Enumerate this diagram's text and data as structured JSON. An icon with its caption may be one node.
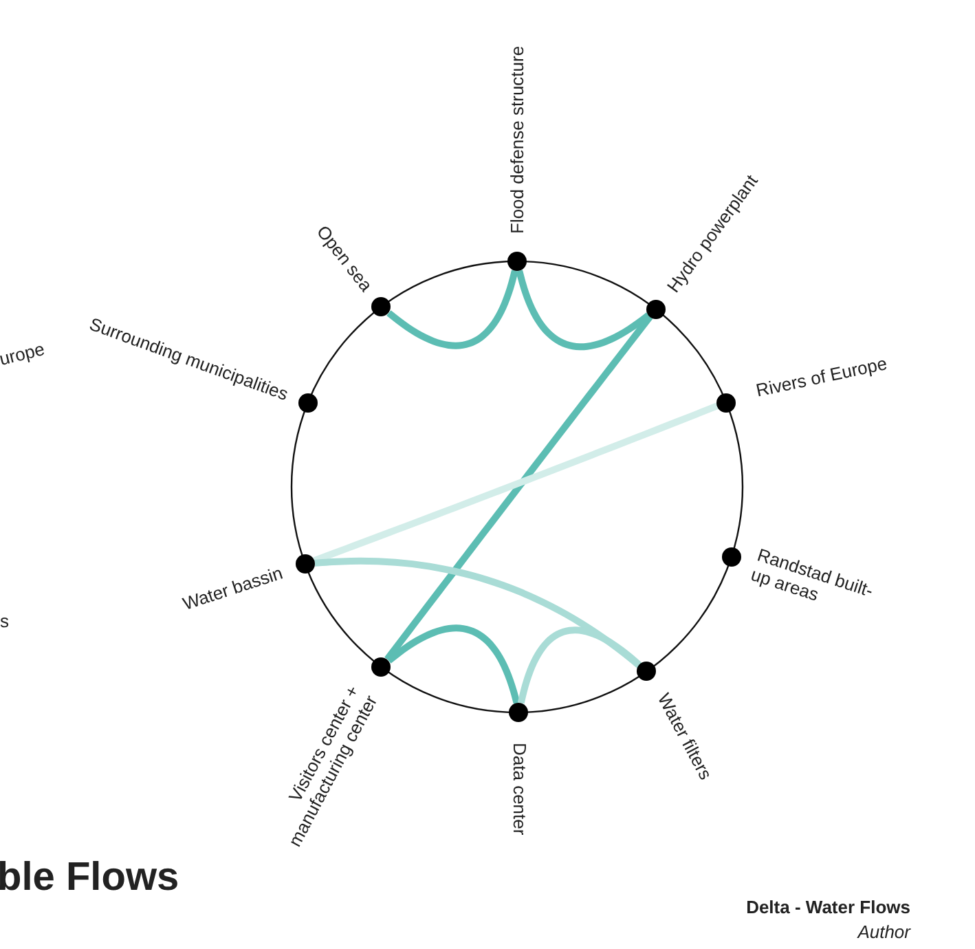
{
  "diagram": {
    "nodes": [
      {
        "text": [
          "Flood defense structure"
        ]
      },
      {
        "text": [
          "Hydro powerplant"
        ]
      },
      {
        "text": [
          "Rivers of Europe"
        ]
      },
      {
        "text": [
          "Randstad built-up areas"
        ]
      },
      {
        "text": [
          "Water filters"
        ]
      },
      {
        "text": [
          "Data center"
        ]
      },
      {
        "text": [
          "Visitors center + manufacturing center"
        ]
      },
      {
        "text": [
          "Water bassin"
        ]
      },
      {
        "text": [
          "Surrounding municipalities"
        ]
      },
      {
        "text": [
          "Open sea"
        ]
      }
    ],
    "edges": [
      {
        "from": 9,
        "to": 0,
        "arrow": "none"
      },
      {
        "from": 0,
        "to": 1,
        "arrow": "none"
      },
      {
        "from": 1,
        "to": 6,
        "arrow": "none"
      },
      {
        "from": 2,
        "to": 7,
        "arrow": "none",
        "color": "#d2ede9"
      },
      {
        "from": 7,
        "to": 4,
        "arrow": "none",
        "color": "#a9dcd6"
      },
      {
        "from": 6,
        "to": 5,
        "arrow": "none"
      },
      {
        "from": 5,
        "to": 4,
        "arrow": "none",
        "color": "#a9dcd6"
      }
    ],
    "labels": [
      "urope",
      "s",
      "ble Flows",
      "Delta - Water Flows",
      "Author"
    ]
  }
}
